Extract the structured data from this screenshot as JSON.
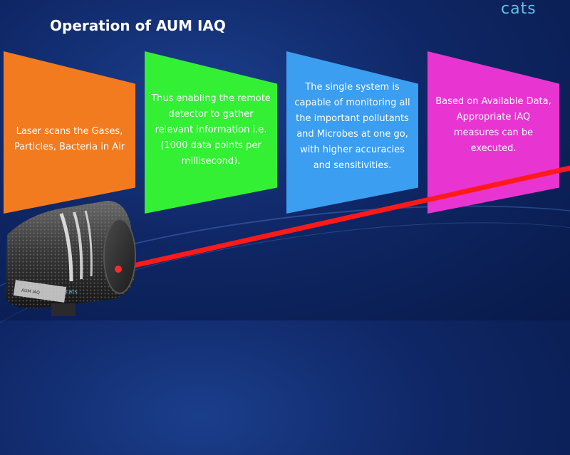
{
  "slide": {
    "title": "Operation of AUM IAQ",
    "logo_text": "cats"
  },
  "panels": [
    {
      "text": "Laser scans the Gases, Particles, Bacteria in Air",
      "color": "#f37b1f"
    },
    {
      "text": "Thus enabling the remote detector to gather relevant information i.e.(1000 data points per millisecond).",
      "color": "#34f035"
    },
    {
      "text": "The single system is capable of monitoring all the important pollutants and Microbes at one go, with higher accuracies and sensitivities.",
      "color": "#3b9ef0"
    },
    {
      "text": "Based on Available Data, Appropriate IAQ measures can be executed.",
      "color": "#e835d2"
    }
  ],
  "device": {
    "logo_text": "cats",
    "label_text": "AUM IAQ"
  },
  "colors": {
    "background": "#0f2766",
    "laser": "#ff1a1a"
  }
}
